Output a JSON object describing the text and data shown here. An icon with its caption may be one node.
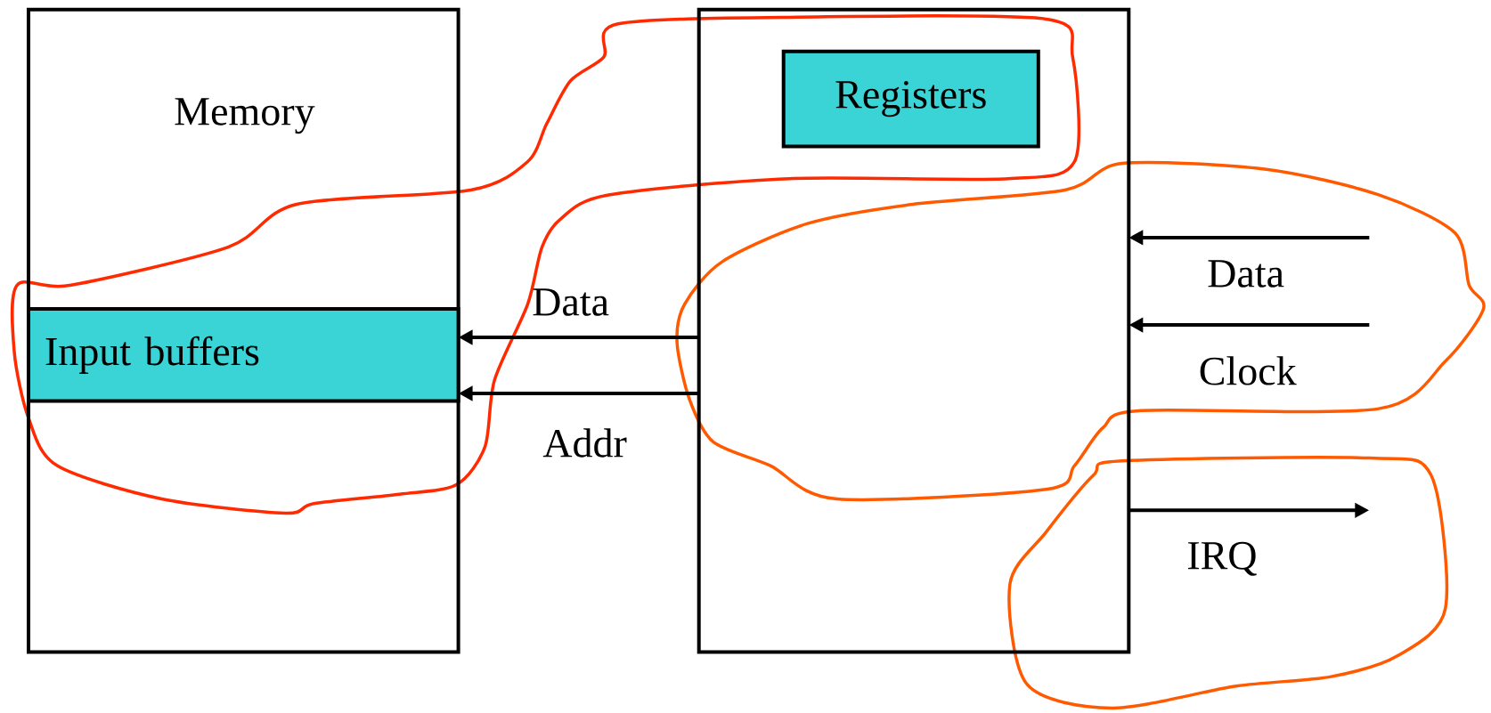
{
  "diagram": {
    "nodes": [
      {
        "text": [
          "Memory"
        ]
      },
      {
        "text": [
          "Input buffers"
        ],
        "in": 0
      },
      {
        "text": [],
        "shape": "box"
      },
      {
        "text": [
          "Registers"
        ],
        "in": 2
      }
    ],
    "edges": [
      {
        "from": 2,
        "to": 1,
        "arrow": "to",
        "label": "Data"
      },
      {
        "from": 2,
        "to": 1,
        "arrow": "to",
        "label": "Addr"
      },
      {
        "from": null,
        "to": 2,
        "arrow": "to",
        "label": "Data"
      },
      {
        "from": null,
        "to": 2,
        "arrow": "to",
        "label": "Clock"
      },
      {
        "from": 2,
        "to": null,
        "arrow": "to",
        "label": "IRQ"
      }
    ]
  }
}
